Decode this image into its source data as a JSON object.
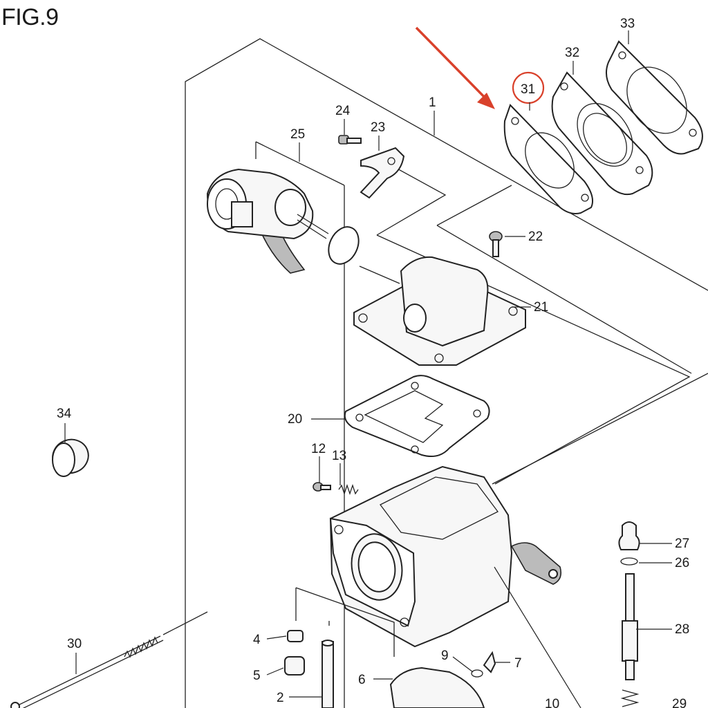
{
  "figure": {
    "title": "FIG.9"
  },
  "highlight": {
    "callout_number": "31",
    "color": "#d9412b"
  },
  "callouts": {
    "c1": "1",
    "c2": "2",
    "c4": "4",
    "c5": "5",
    "c6": "6",
    "c7": "7",
    "c9": "9",
    "c10": "10",
    "c12": "12",
    "c13": "13",
    "c20": "20",
    "c21": "21",
    "c22": "22",
    "c23": "23",
    "c24": "24",
    "c25": "25",
    "c26": "26",
    "c27": "27",
    "c28": "28",
    "c29": "29",
    "c30": "30",
    "c31": "31",
    "c32": "32",
    "c33": "33",
    "c34": "34"
  }
}
